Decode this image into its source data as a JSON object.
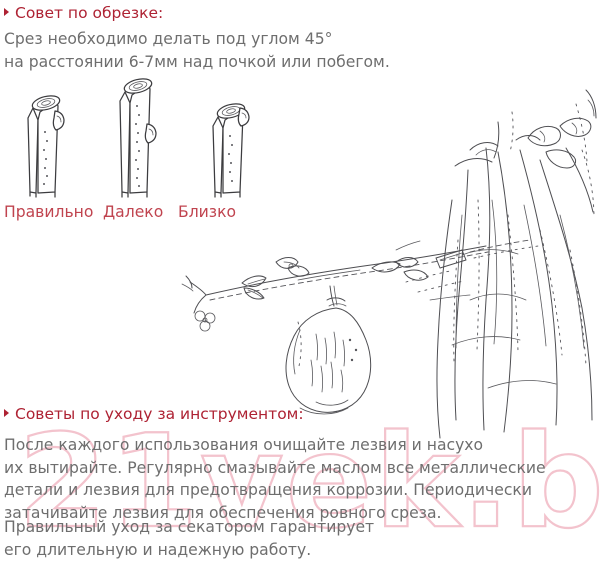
{
  "page": {
    "language": "ru",
    "background_color": "#ffffff",
    "heading_color": "#ae2233",
    "label_color": "#c0444f",
    "body_color": "#6e6e6e",
    "ink_color": "#4e4e52",
    "watermark_color": "#f3c3cd"
  },
  "watermark": {
    "text": "21vek.by",
    "name": "watermark-21vek-by"
  },
  "sections": {
    "pruning": {
      "bullet": "▸",
      "heading": "Совет по обрезке:",
      "intro": "Срез необходимо делать под углом 45°\nна расстоянии 6-7мм над почкой или побегом.",
      "diagram_labels": [
        "Правильно",
        "Далеко",
        "Близко"
      ],
      "diagram_alt": "Три схемы среза побега над почкой"
    },
    "care": {
      "bullet": "▸",
      "heading": "Советы по уходу за инструментом:",
      "paragraph_1": "После каждого использования очищайте лезвия и насухо\nих вытирайте. Регулярно смазывайте маслом все металлические\nдетали и лезвия для предотвращения коррозии. Периодически\nзатачивайте лезвия для обеспечения ровного среза.",
      "paragraph_2": "Правильный уход за секатором гарантирует\nего длительную и надежную работу."
    }
  },
  "illustration": {
    "name": "botanical-branch-sketch",
    "description": "Контурный рисунок ветви с плодом, почками и листьями"
  }
}
